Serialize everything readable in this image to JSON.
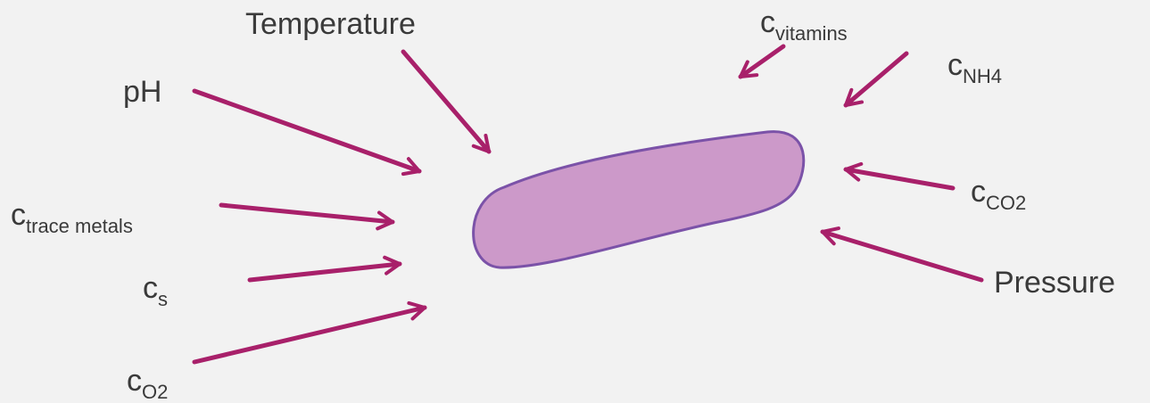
{
  "colors": {
    "arrow": "#a8206a",
    "cell_fill": "#cc99c9",
    "cell_stroke": "#7b52a8",
    "background": "#f2f2f2",
    "text": "#3a3a3a"
  },
  "cell": {
    "shape": "rod-shaped cell"
  },
  "labels": {
    "temperature": "Temperature",
    "ph": "pH",
    "c_trace_metals": {
      "base": "c",
      "sub": "trace metals"
    },
    "c_s": {
      "base": "c",
      "sub": "s"
    },
    "c_o2": {
      "base": "c",
      "sub": "O2"
    },
    "c_vitamins": {
      "base": "c",
      "sub": "vitamins"
    },
    "c_nh4": {
      "base": "c",
      "sub": "NH4"
    },
    "c_co2": {
      "base": "c",
      "sub": "CO2"
    },
    "pressure": "Pressure"
  }
}
